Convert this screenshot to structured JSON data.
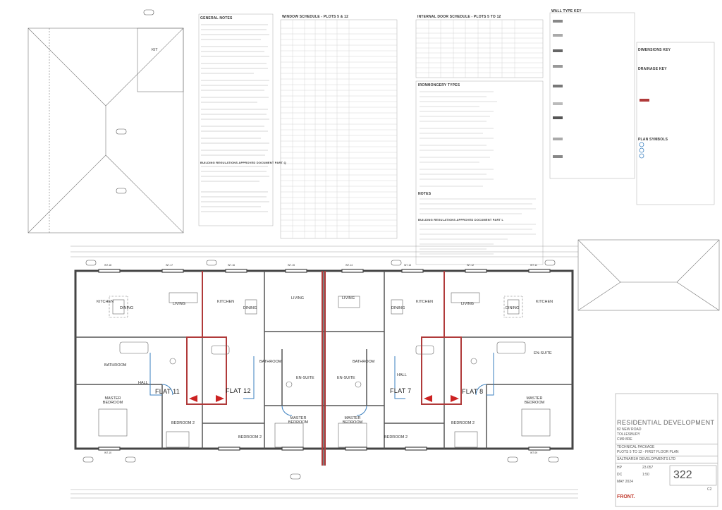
{
  "drawing": {
    "panels": {
      "general_notes": "GENERAL NOTES",
      "window_schedule": "WINDOW SCHEDULE - PLOTS 5 & 12",
      "door_schedule": "INTERNAL DOOR SCHEDULE - PLOTS 5 TO 12",
      "wall_type_key": "WALL TYPE KEY",
      "dimensions_key": "DIMENSIONS KEY",
      "drainage_key": "DRAINAGE KEY",
      "plan_symbols": "PLAN SYMBOLS",
      "notes": "NOTES",
      "building_regs_1": "BUILDING REGULATIONS APPROVED DOCUMENT PART L",
      "building_regs_2": "BUILDING REGULATIONS APPROVED DOCUMENT PART Q",
      "ironmongery": "IRONMONGERY TYPES"
    },
    "rooms": {
      "kitchen": "KITCHEN",
      "dining": "DINING",
      "living": "LIVING",
      "bathroom": "BATHROOM",
      "en_suite": "EN-SUITE",
      "hall": "HALL",
      "master_bedroom": "MASTER BEDROOM",
      "bedroom_2": "BEDROOM 2",
      "kit": "KIT"
    },
    "flats": {
      "flat_11": "FLAT 11",
      "flat_12": "FLAT 12",
      "flat_7": "FLAT 7",
      "flat_8": "FLAT 8"
    },
    "window_tags": [
      "W7.18",
      "W7.17",
      "W7.16",
      "W7.15",
      "W7.14",
      "W7.13",
      "W7.12",
      "W7.11",
      "W7.10",
      "W7.09"
    ],
    "colors": {
      "wall_dark": "#444444",
      "wall_highlight": "#b03a3a",
      "door_blue": "#3a7fbf",
      "line": "#777777"
    }
  },
  "title_block": {
    "project": "RESIDENTIAL DEVELOPMENT",
    "address_1": "82 NEW ROAD",
    "address_2": "TOLLESBURY",
    "address_3": "CM9 8RE",
    "drawing_title_1": "TECHNICAL PACKAGE",
    "drawing_title_2": "PLOTS 5 TO 12 - FIRST FLOOR PLAN",
    "client": "SALTMARSH DEVELOPMENTS LTD",
    "drawn": "HP",
    "checked": "DC",
    "scale": "1:50",
    "date": "MAY 2024",
    "job_no": "23.057",
    "drawing_no": "322",
    "revision": "C2",
    "company": "FRONT."
  }
}
